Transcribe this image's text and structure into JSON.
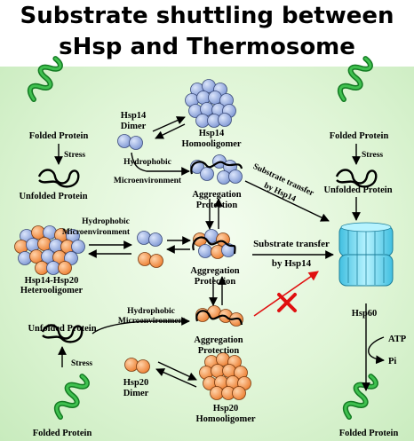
{
  "title": {
    "line1": "Substrate shuttling between",
    "line2": "sHsp and Thermosome"
  },
  "labels": {
    "folded_protein_tl": "Folded Protein",
    "stress_tl": "Stress",
    "unfolded_protein_tl": "Unfolded Protein",
    "hsp14_dimer_1": "Hsp14",
    "hsp14_dimer_2": "Dimer",
    "hsp14_homo_1": "Hsp14",
    "hsp14_homo_2": "Homooligomer",
    "hydrophobic_top_1": "Hydrophobic",
    "hydrophobic_top_2": "Microenvironment",
    "aggregation_top_1": "Aggregation",
    "aggregation_top_2": "Protection",
    "transfer_diag_1": "Substrate transfer",
    "transfer_diag_2": "by Hsp14",
    "folded_protein_tr": "Folded Protein",
    "stress_tr": "Stress",
    "unfolded_protein_tr": "Unfolded Protein",
    "hydrophobic_mid_1": "Hydrophobic",
    "hydrophobic_mid_2": "Microenvironment",
    "hetero_1": "Hsp14-Hsp20",
    "hetero_2": "Heterooligomer",
    "aggregation_mid_1": "Aggregation",
    "aggregation_mid_2": "Protection",
    "transfer_mid_1": "Substrate transfer",
    "transfer_mid_2": "by Hsp14",
    "hsp60": "Hsp60",
    "hydrophobic_bot_1": "Hydrophobic",
    "hydrophobic_bot_2": "Microenvironment",
    "unfolded_protein_bl": "Unfolded Protein",
    "stress_bl": "Stress",
    "aggregation_bot_1": "Aggregation",
    "aggregation_bot_2": "Protection",
    "atp": "ATP",
    "pi": "Pi",
    "hsp20_dimer_1": "Hsp20",
    "hsp20_dimer_2": "Dimer",
    "hsp20_homo_1": "Hsp20",
    "hsp20_homo_2": "Homooligomer",
    "folded_protein_bl": "Folded Protein",
    "folded_protein_br": "Folded Protein"
  },
  "colors": {
    "hsp14": "#8ea7dc",
    "hsp20": "#f0904a",
    "helix": "#1f9a2f",
    "hsp60": "#7fe0f2",
    "block_mark": "#e01010"
  }
}
